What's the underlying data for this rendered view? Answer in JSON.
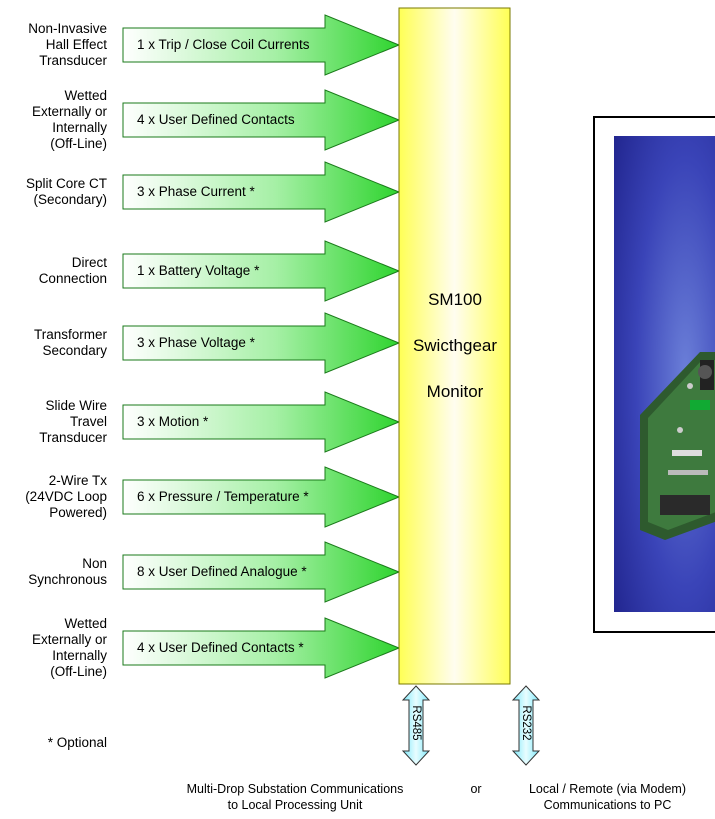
{
  "inputs": [
    {
      "source": [
        "Non-Invasive",
        "Hall Effect",
        "Transducer"
      ],
      "label": "1 x Trip / Close Coil Currents"
    },
    {
      "source": [
        "Wetted",
        "Externally or",
        "Internally",
        "(Off-Line)"
      ],
      "label": "4 x User Defined Contacts"
    },
    {
      "source": [
        "Split Core CT",
        "(Secondary)"
      ],
      "label": "3 x Phase Current *"
    },
    {
      "source": [
        "Direct",
        "Connection"
      ],
      "label": "1 x Battery Voltage *"
    },
    {
      "source": [
        "Transformer",
        "Secondary"
      ],
      "label": "3 x Phase Voltage *"
    },
    {
      "source": [
        "Slide Wire",
        "Travel",
        "Transducer"
      ],
      "label": "3 x Motion *"
    },
    {
      "source": [
        "2-Wire Tx",
        "(24VDC Loop",
        "Powered)"
      ],
      "label": "6 x Pressure / Temperature *"
    },
    {
      "source": [
        "Non",
        "Synchronous"
      ],
      "label": "8 x User Defined Analogue *"
    },
    {
      "source": [
        "Wetted",
        "Externally or",
        "Internally",
        "(Off-Line)"
      ],
      "label": "4 x User Defined Contacts *"
    }
  ],
  "monitor": {
    "line1": "SM100",
    "line2": "Swicthgear",
    "line3": "Monitor"
  },
  "ports": {
    "rs485": "RS485",
    "rs232": "RS232"
  },
  "footnote": "* Optional",
  "bottom": {
    "left_line1": "Multi-Drop Substation Communications",
    "left_line2": "to Local Processing Unit",
    "or": "or",
    "right_line1": "Local / Remote (via Modem)",
    "right_line2": "Communications to PC"
  },
  "colors": {
    "arrow_green": "#3ddc3d",
    "box_yellow": "#ffff66",
    "port_cyan": "#8ff0ff",
    "photo_blue": "#2a2fa0"
  }
}
